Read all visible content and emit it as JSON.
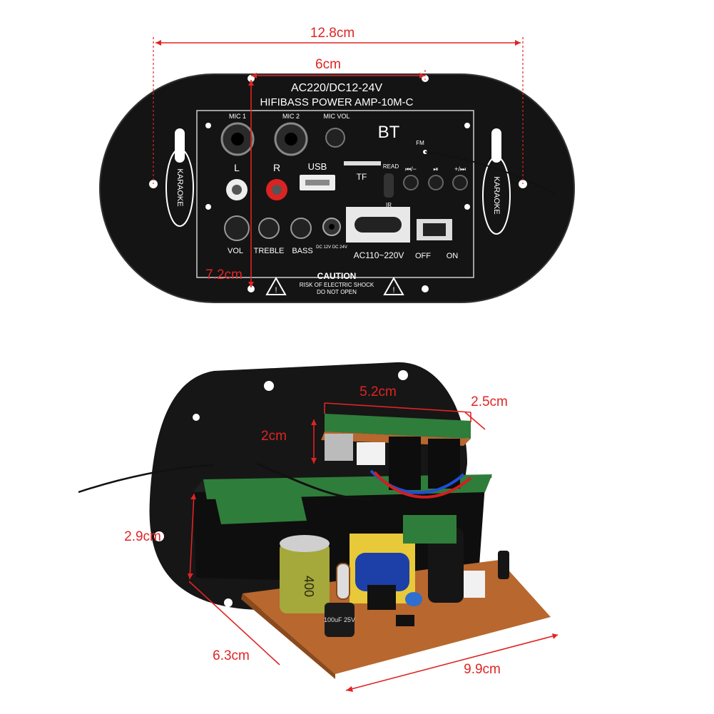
{
  "dimensions": {
    "panel_width": "12.8cm",
    "hole_spacing": "6cm",
    "hole_vertical": "7.2cm",
    "module_width": "5.2cm",
    "module_depth": "2.5cm",
    "module_height": "2cm",
    "board_height": "2.9cm",
    "board_depth": "6.3cm",
    "board_length": "9.9cm"
  },
  "panel": {
    "voltage": "AC220/DC12-24V",
    "model": "HIFIBASS POWER AMP-10M-C",
    "bt": "BT",
    "karaoke": "KARAOKE",
    "mic1": "MIC 1",
    "mic2": "MIC 2",
    "mic_vol": "MIC VOL",
    "left": "L",
    "right": "R",
    "usb": "USB",
    "tf": "TF",
    "read": "READ",
    "ir": "IR",
    "fm": "FM",
    "prev": "⏮/−",
    "play": "⏯",
    "next": "+/⏭",
    "vol": "VOL",
    "treble": "TREBLE",
    "bass": "BASS",
    "dc_label": "DC 12V DC 24V",
    "ac_label": "AC110~220V",
    "off": "OFF",
    "on": "ON",
    "caution": "CAUTION",
    "risk": "RISK OF ELECTRIC SHOCK",
    "do_not_open": "DO NOT OPEN"
  },
  "components": {
    "cap_big": "400",
    "cap_small": "100uF 25V"
  },
  "colors": {
    "panel": "#141414",
    "pcb_green": "#2f7d3a",
    "pcb_brown": "#b8672e",
    "dimension": "#e02424"
  }
}
